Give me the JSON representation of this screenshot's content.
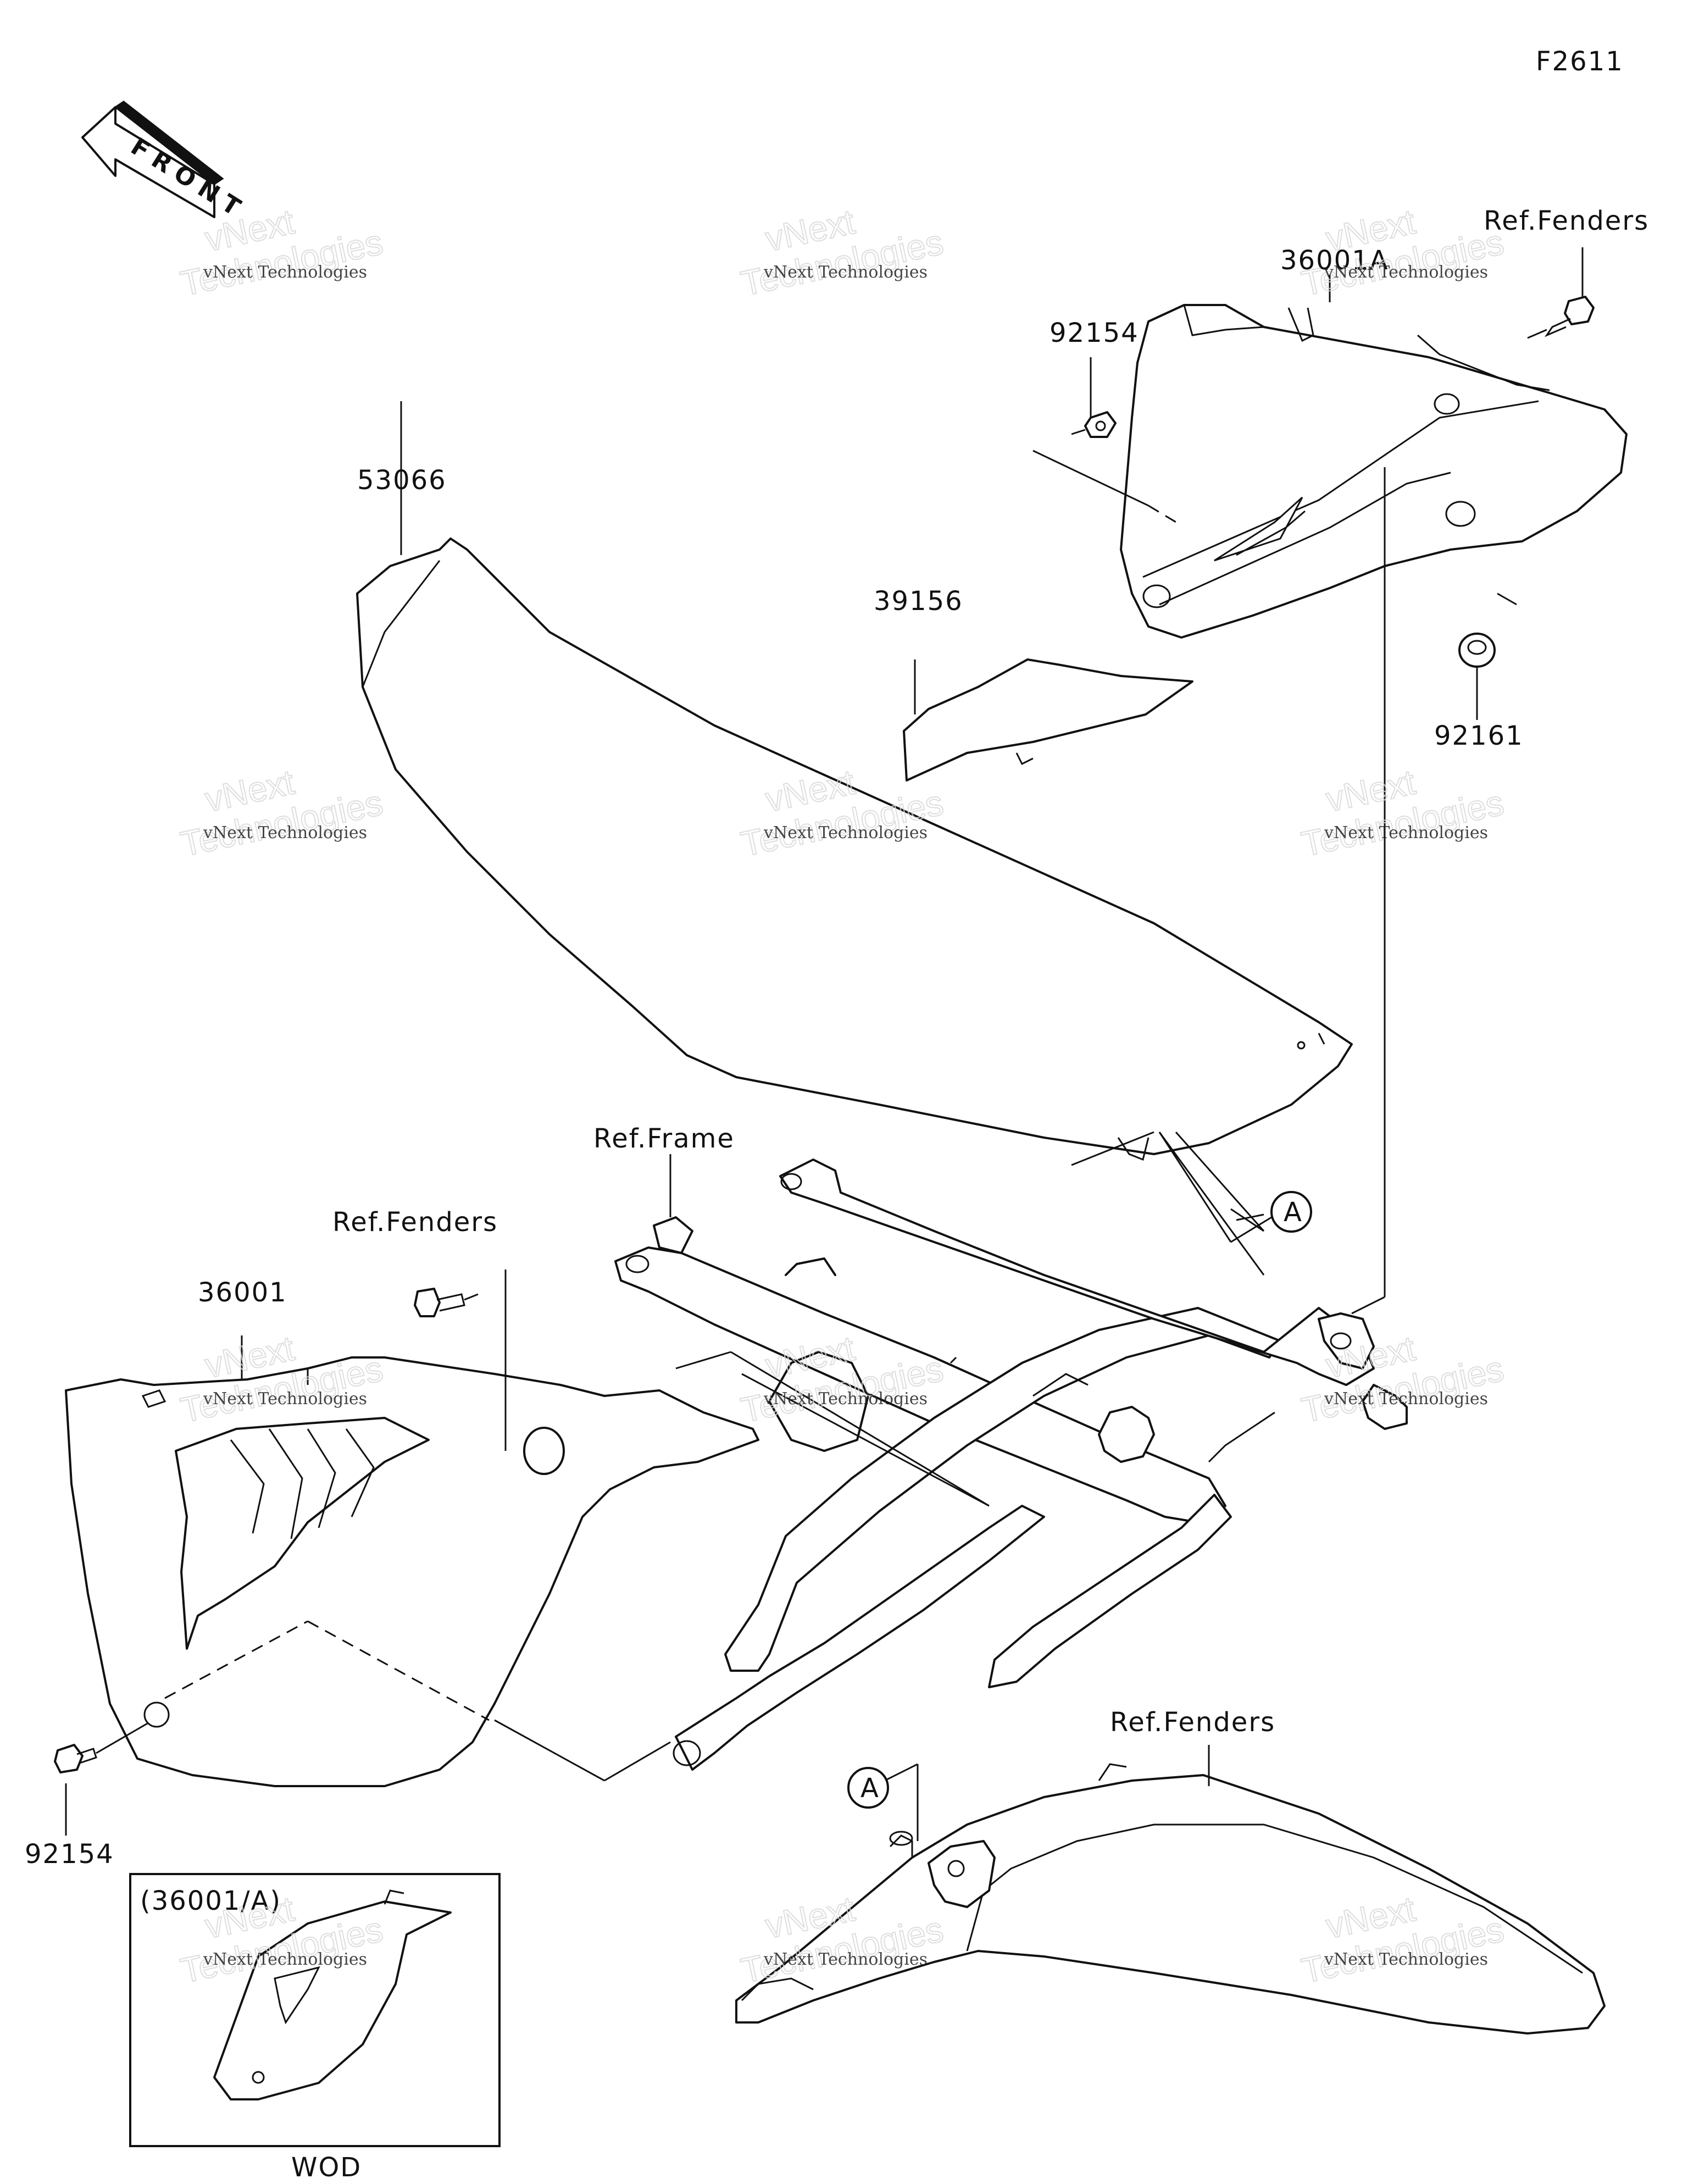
{
  "figure_code": "F2611",
  "front_label": "FRONT",
  "watermark": {
    "line1": "vNext Technologies",
    "line2": "vNext",
    "line3": "Technologies"
  },
  "labels": {
    "p36001A": "36001A",
    "p92154_top": "92154",
    "ref_fenders_top": "Ref.Fenders",
    "p53066": "53066",
    "p39156": "39156",
    "p92161": "92161",
    "ref_frame": "Ref.Frame",
    "ref_fenders_left": "Ref.Fenders",
    "p36001": "36001",
    "p92154_bottom": "92154",
    "ref_fenders_bottom": "Ref.Fenders",
    "ref_a_top": "A",
    "ref_a_bottom": "A"
  },
  "inset": {
    "title": "(36001/A)",
    "caption": "WOD"
  },
  "colors": {
    "line": "#111111",
    "background": "#ffffff",
    "watermark": "#d8d8d8"
  }
}
